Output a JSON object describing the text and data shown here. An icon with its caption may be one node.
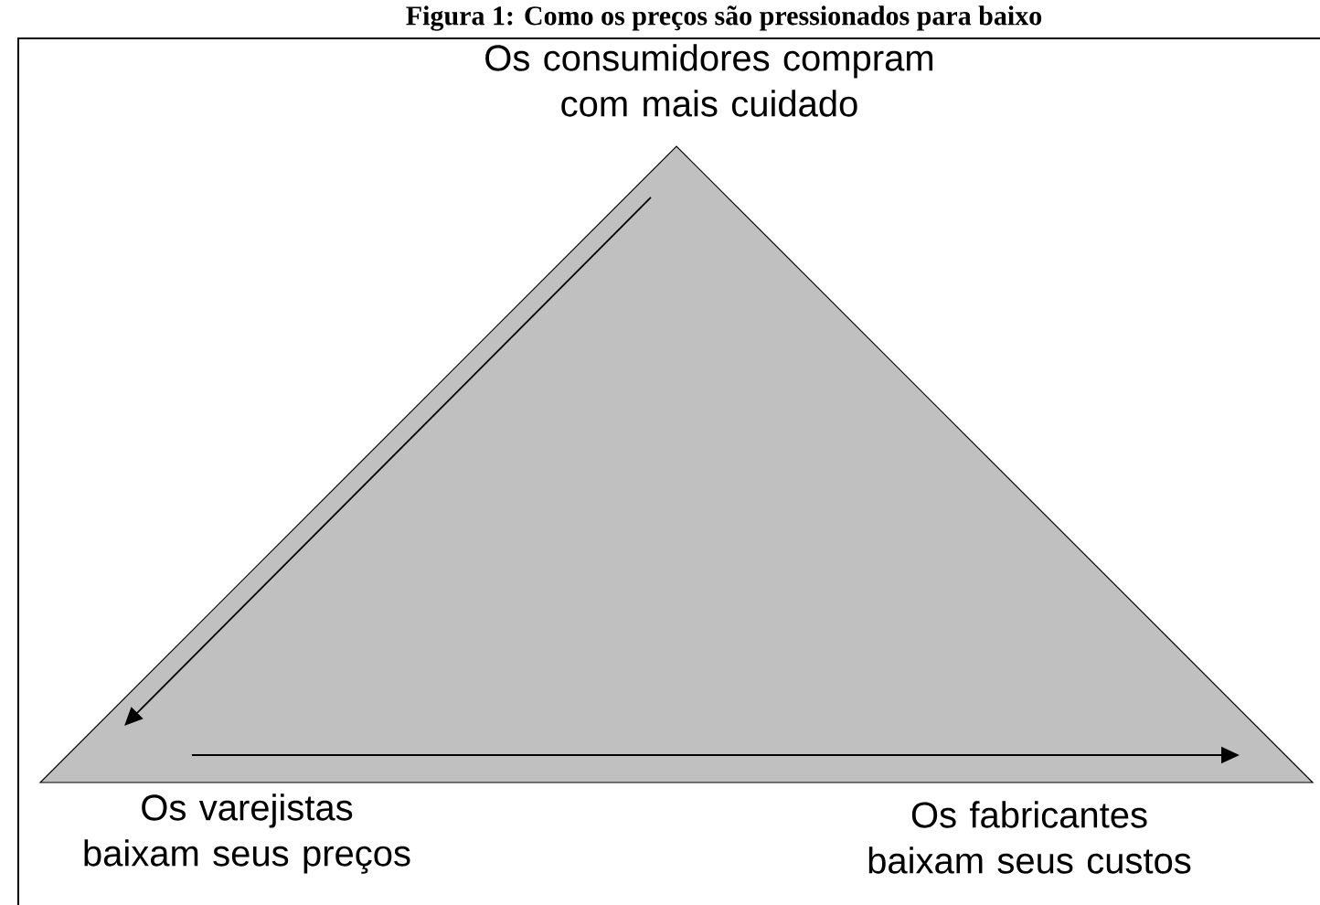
{
  "diagram": {
    "title": "Figura 1: Como os preços são pressionados para baixo",
    "nodes": [
      {
        "text": [
          "Os consumidores compram com mais cuidado"
        ]
      },
      {
        "text": [
          "Os varejistas baixam seus preços"
        ]
      },
      {
        "text": [
          "Os fabricantes baixam seus custos"
        ]
      }
    ],
    "edges": [
      {
        "from": 0,
        "to": 1,
        "arrow": "to"
      },
      {
        "from": 1,
        "to": 2,
        "arrow": "to"
      }
    ]
  }
}
